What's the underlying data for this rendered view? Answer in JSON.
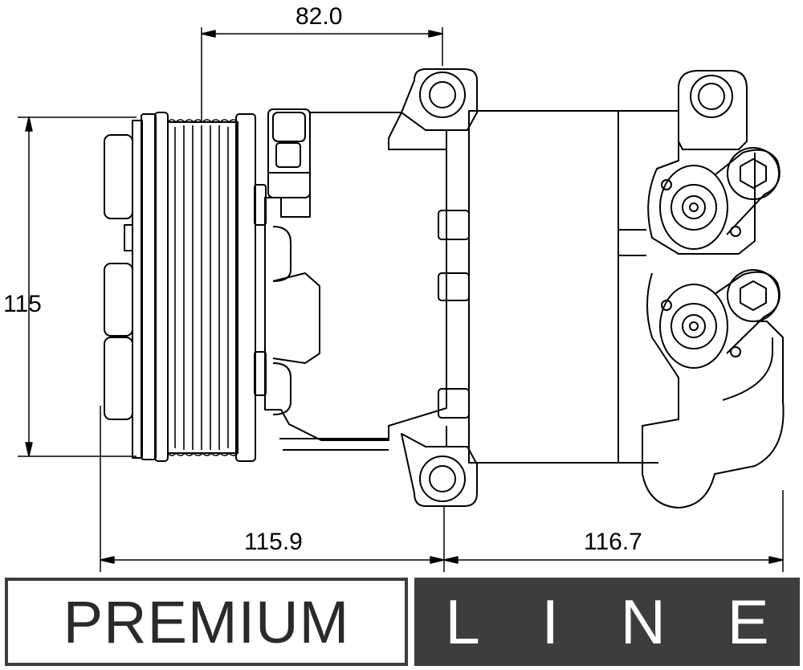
{
  "dimensions": {
    "top_width": "82.0",
    "height": "115",
    "bottom_left": "115.9",
    "bottom_right": "116.7"
  },
  "banner": {
    "left_text": "PREMIUM",
    "right_letters": [
      "L",
      "I",
      "N",
      "E"
    ]
  }
}
